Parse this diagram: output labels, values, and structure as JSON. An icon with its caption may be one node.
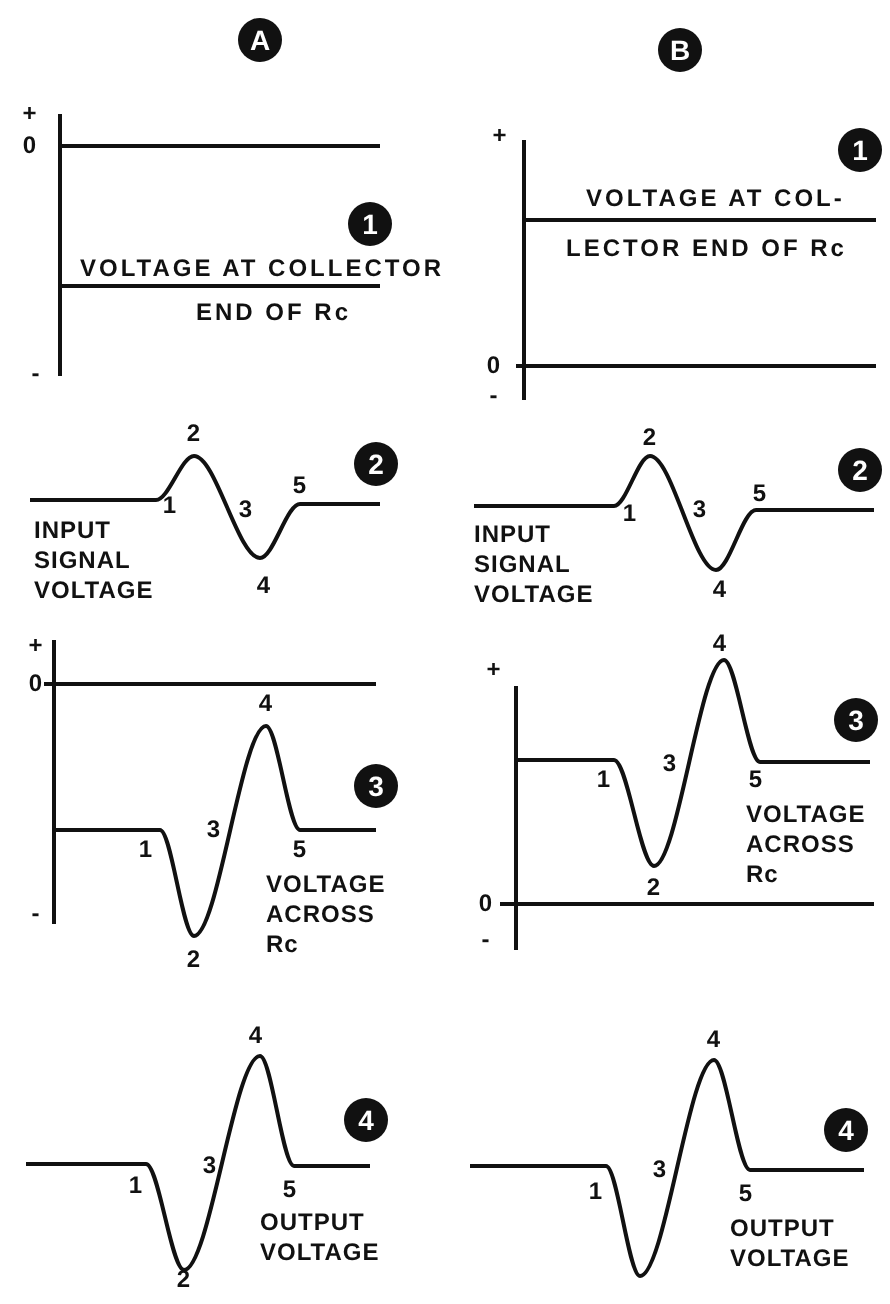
{
  "diagram": {
    "nodes": [
      {
        "text": [
          "A"
        ]
      },
      {
        "text": [
          "B"
        ]
      },
      {
        "text": [
          "1"
        ]
      },
      {
        "text": [
          "1"
        ]
      },
      {
        "text": [
          "2"
        ]
      },
      {
        "text": [
          "2"
        ]
      },
      {
        "text": [
          "3"
        ]
      },
      {
        "text": [
          "3"
        ]
      },
      {
        "text": [
          "4"
        ]
      },
      {
        "text": [
          "4"
        ]
      }
    ],
    "labels": [
      "+",
      "0",
      "VOLTAGE AT COLLECTOR",
      "END OF Rc",
      "-",
      "+",
      "VOLTAGE AT COL-",
      "LECTOR END OF Rc",
      "0",
      "-",
      "2",
      "5",
      "1",
      "3",
      "INPUT SIGNAL VOLTAGE",
      "4",
      "2",
      "5",
      "1",
      "3",
      "INPUT SIGNAL VOLTAGE",
      "4",
      "+",
      "0",
      "4",
      "3",
      "1",
      "5",
      "VOLTAGE ACROSS Rc",
      "-",
      "2",
      "4",
      "+",
      "3",
      "1",
      "5",
      "VOLTAGE ACROSS Rc",
      "2",
      "0",
      "-",
      "4",
      "3",
      "1",
      "5",
      "OUTPUT VOLTAGE",
      "2",
      "4",
      "3",
      "1",
      "5",
      "OUTPUT VOLTAGE"
    ]
  }
}
